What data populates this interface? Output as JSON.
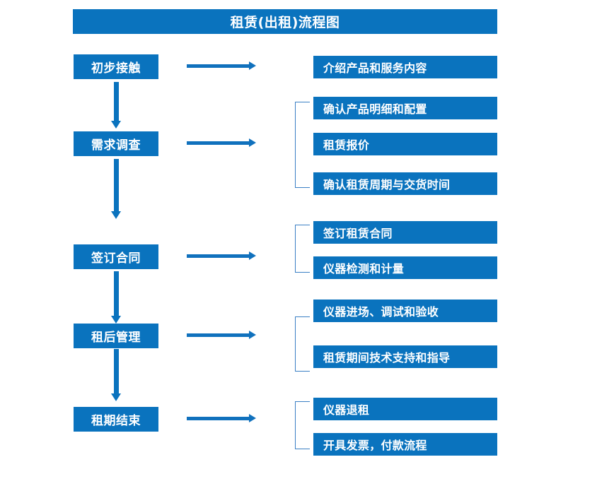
{
  "diagram": {
    "title": "租赁(出租)流程图",
    "accent_color": "#0A73BE",
    "arrow_color": "#1071BD",
    "bracket_color": "#3A7FC4",
    "text_color": "#FFFFFF",
    "background_color": "#FFFFFF",
    "stages": [
      {
        "id": "initial-contact",
        "label": "初步接触",
        "details": [
          "介绍产品和服务内容"
        ]
      },
      {
        "id": "needs-survey",
        "label": "需求调查",
        "details": [
          "确认产品明细和配置",
          "租赁报价",
          "确认租赁周期与交货时间"
        ]
      },
      {
        "id": "sign-contract",
        "label": "签订合同",
        "details": [
          "签订租赁合同",
          "仪器检测和计量"
        ]
      },
      {
        "id": "post-rental-management",
        "label": "租后管理",
        "details": [
          "仪器进场、调试和验收",
          "租赁期间技术支持和指导"
        ]
      },
      {
        "id": "lease-end",
        "label": "租期结束",
        "details": [
          "仪器退租",
          "开具发票，付款流程"
        ]
      }
    ]
  }
}
